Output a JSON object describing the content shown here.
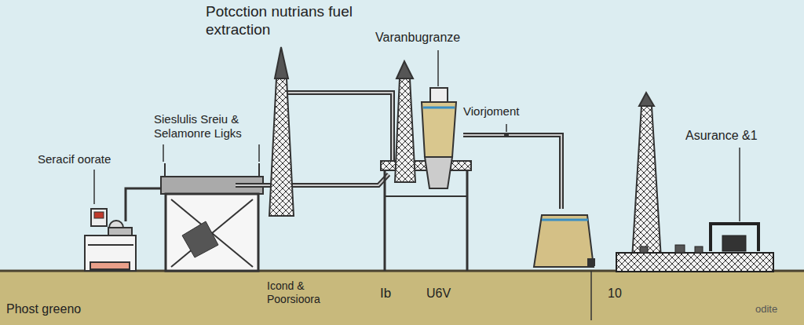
{
  "diagram": {
    "title": "Potcction nutrians fuel extraction",
    "labels": [
      "Sieslulis Sreiu & Selamonre Ligks",
      "Seracif oorate",
      "Varanbugranze",
      "Viorjoment",
      "Asurance &1",
      "Phost greeno",
      "Icond & Poorsioora",
      "Ib",
      "U6V",
      "10",
      "odite"
    ]
  }
}
